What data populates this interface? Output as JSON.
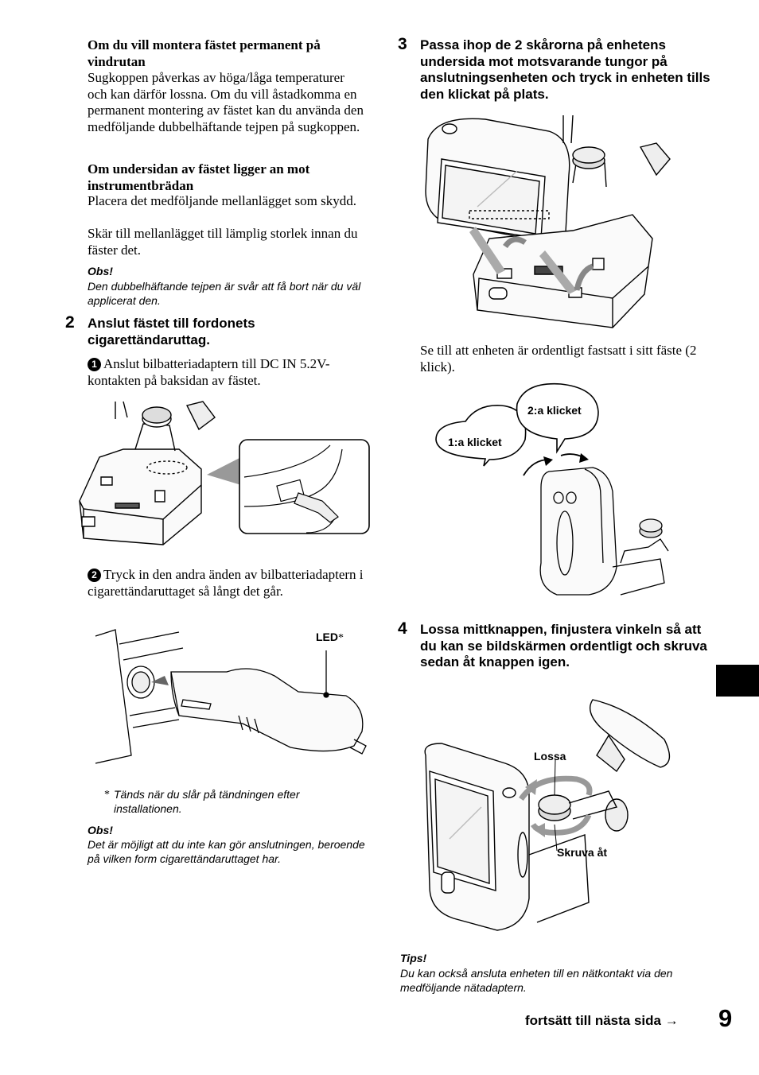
{
  "left": {
    "section1": {
      "heading": "Om du vill montera fästet permanent på vindrutan",
      "body": "Sugkoppen påverkas av höga/låga temperaturer och kan därför lossna. Om du vill åstadkomma en permanent montering av fästet kan du använda den medföljande dubbelhäftande tejpen på sugkoppen."
    },
    "section2": {
      "heading": "Om undersidan av fästet ligger an mot instrumentbrädan",
      "body1": "Placera det medföljande mellanlägget som skydd.",
      "body2": "Skär till mellanlägget till lämplig storlek innan du fäster det."
    },
    "obs1": {
      "title": "Obs!",
      "text": "Den dubbelhäftande tejpen är svår att få bort när du väl applicerat den."
    },
    "step2": {
      "number": "2",
      "title": "Anslut fästet till fordonets cigarettändaruttag.",
      "sub1_num": "1",
      "sub1_text": "Anslut bilbatteriadaptern till DC IN 5.2V-kontakten på baksidan av fästet.",
      "sub2_num": "2",
      "sub2_text": "Tryck in den andra änden av bilbatteriadaptern i cigarettändaruttaget så långt det går.",
      "led_label": "LED",
      "led_star": "*",
      "footnote_star": "*",
      "footnote_text": "Tänds när du slår på tändningen efter installationen."
    },
    "obs2": {
      "title": "Obs!",
      "text": "Det är möjligt att du inte kan gör anslutningen, beroende på vilken form cigarettändaruttaget har."
    }
  },
  "right": {
    "step3": {
      "number": "3",
      "title": "Passa ihop de 2 skårorna på enhetens undersida mot motsvarande tungor på anslutningsenheten och tryck in enheten tills den klickat på plats.",
      "note": "Se till att enheten är ordentligt fastsatt i sitt fäste (2 klick).",
      "bubble1": "1:a klicket",
      "bubble2": "2:a klicket"
    },
    "step4": {
      "number": "4",
      "title": "Lossa mittknappen, finjustera vinkeln så att du kan se bildskärmen ordentligt och skruva sedan åt knappen igen.",
      "label_loosen": "Lossa",
      "label_tighten": "Skruva åt"
    },
    "tips": {
      "title": "Tips!",
      "text": "Du kan också ansluta enheten till en nätkontakt via den medföljande nätadaptern."
    },
    "footer": {
      "continue": "fortsätt till nästa sida",
      "arrow": "→",
      "page": "9"
    }
  }
}
